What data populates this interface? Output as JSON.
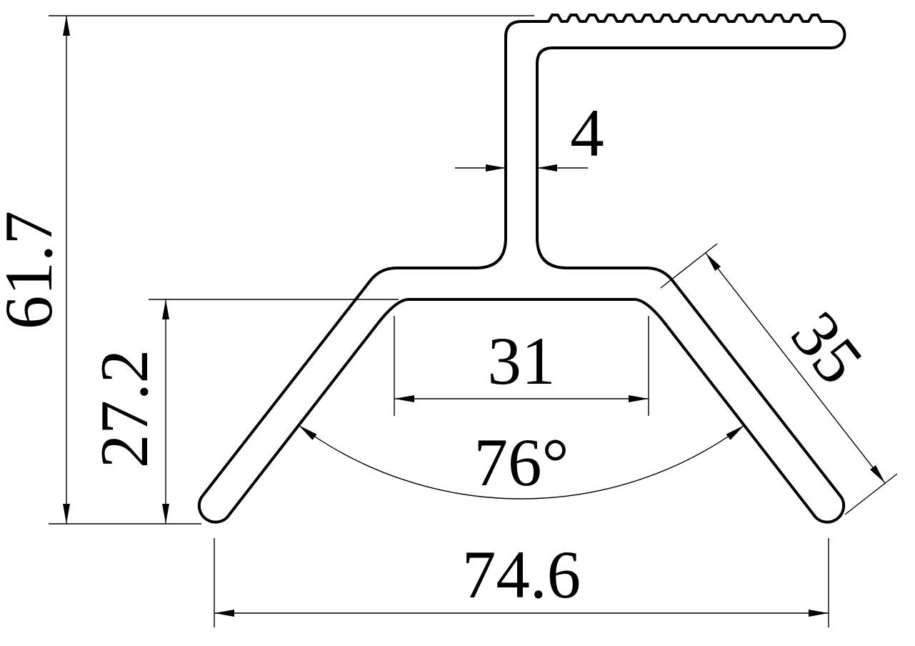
{
  "drawing": {
    "background_color": "#ffffff",
    "line_color": "#000000",
    "dimensions": {
      "overall_height": "61.7",
      "inner_height": "27.2",
      "web_thickness": "4",
      "inner_width": "31",
      "leg_length": "35",
      "leg_angle": "76°",
      "overall_width": "74.6"
    }
  }
}
